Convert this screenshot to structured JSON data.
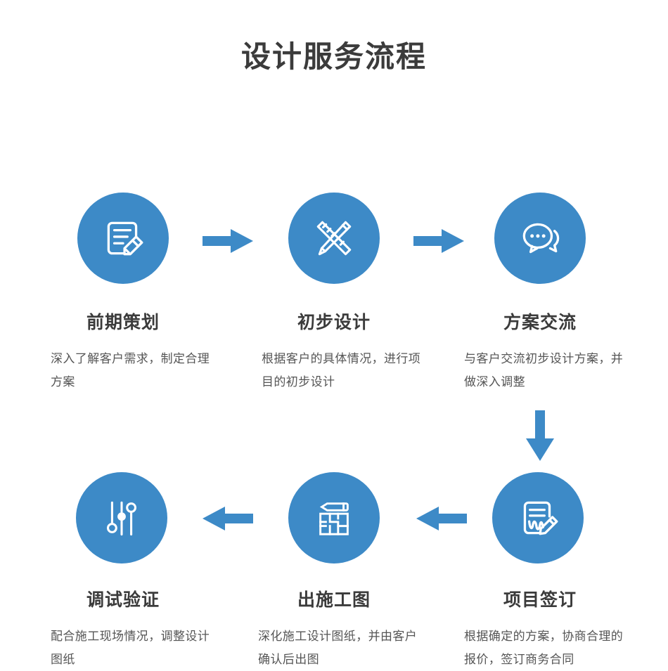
{
  "header": {
    "title": "设计服务流程"
  },
  "theme": {
    "accent": "#3d8ac7",
    "title_color": "#3b3b3b",
    "body_color": "#555555",
    "background": "#ffffff"
  },
  "steps": [
    {
      "id": "step-1",
      "icon": "document-pencil-icon",
      "title": "前期策划",
      "desc": "深入了解客户需求，制定合理方案"
    },
    {
      "id": "step-2",
      "icon": "ruler-pencil-icon",
      "title": "初步设计",
      "desc": "根据客户的具体情况，进行项目的初步设计"
    },
    {
      "id": "step-3",
      "icon": "chat-bubbles-icon",
      "title": "方案交流",
      "desc": "与客户交流初步设计方案，并做深入调整"
    },
    {
      "id": "step-4",
      "icon": "contract-signature-icon",
      "title": "项目签订",
      "desc": "根据确定的方案，协商合理的报价，签订商务合同"
    },
    {
      "id": "step-5",
      "icon": "floorplan-pencil-icon",
      "title": "出施工图",
      "desc": "深化施工设计图纸，并由客户确认后出图"
    },
    {
      "id": "step-6",
      "icon": "sliders-icon",
      "title": "调试验证",
      "desc": "配合施工现场情况，调整设计图纸"
    }
  ],
  "connectors": [
    {
      "id": "connector-1",
      "icon": "arrow-right-icon",
      "direction": "right"
    },
    {
      "id": "connector-2",
      "icon": "arrow-right-icon",
      "direction": "right"
    },
    {
      "id": "connector-3",
      "icon": "arrow-down-icon",
      "direction": "down"
    },
    {
      "id": "connector-4",
      "icon": "arrow-left-icon",
      "direction": "left"
    },
    {
      "id": "connector-5",
      "icon": "arrow-left-icon",
      "direction": "left"
    }
  ]
}
